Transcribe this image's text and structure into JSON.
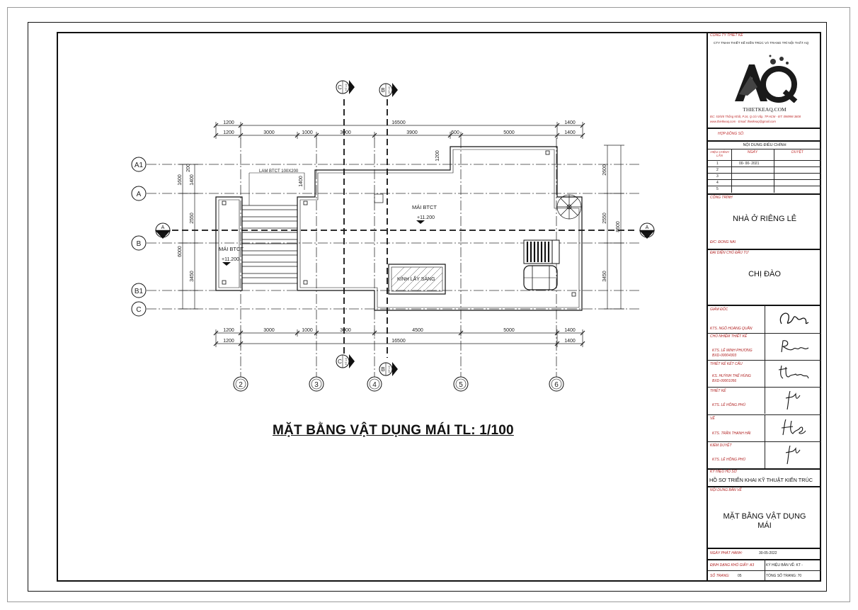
{
  "drawing": {
    "title": "MẶT BẰNG VẬT DỤNG MÁI TL: 1/100",
    "top_dims_outer": [
      "1200",
      "16500",
      "1400"
    ],
    "top_dims_inner": [
      "1200",
      "3000",
      "1000",
      "3000",
      "3900",
      "600",
      "5000",
      "1400"
    ],
    "bottom_dims_inner": [
      "1200",
      "3000",
      "1000",
      "3000",
      "4500",
      "5000",
      "1400"
    ],
    "bottom_dims_outer": [
      "1200",
      "16500",
      "1400"
    ],
    "left_dims": [
      "1600",
      "1400",
      "2550",
      "3450",
      "6000"
    ],
    "right_dims": [
      "2600",
      "2550",
      "3450",
      "8600"
    ],
    "row_grids": [
      "A1",
      "A",
      "B",
      "B1",
      "C"
    ],
    "col_grids": [
      "2",
      "3",
      "4",
      "5",
      "6"
    ],
    "section_top_c": "C",
    "section_top_b": "B",
    "section_ref": "KT-10",
    "section_a": "A",
    "section_a_ref": "KT-08",
    "small_dims": [
      "1200",
      "1400",
      "200"
    ],
    "labels": {
      "lam": "LAM BTCT 100X200",
      "mai_btct_1": "MÁI BTCT",
      "level_1": "+11.200",
      "mai_btct_2": "MÁI BTCT",
      "level_2": "+11.200",
      "kinh": "KÍNH LẤY SÁNG"
    }
  },
  "title_block": {
    "company_label": "CÔNG TY THIẾT KẾ",
    "company_name": "CTY TNHH THIẾT KẾ KIẾN TRÚC VÀ TRANG TRÍ NỘI THẤT AQ",
    "logo_text": "THIETKEAQ.COM",
    "address": "ĐC: 53/5/8 Thống Nhất, P.16, Q.Gò Vấp, TP.HCM - ĐT: 098998 3808",
    "web": "www.thietkeaq.com - Email: thietkeaq@gmail.com",
    "contract_label": "HỢP ĐỒNG SỐ:",
    "revision_title": "NỘI DUNG ĐIỀU CHỈNH",
    "rev_col_1": "HIỆU CHỈNH LẦN",
    "rev_col_2": "NGÀY",
    "rev_col_3": "DUYỆT",
    "rev_rows": [
      {
        "n": "1",
        "date": "00- 00- 2021"
      },
      {
        "n": "2",
        "date": ""
      },
      {
        "n": "3",
        "date": ""
      },
      {
        "n": "4",
        "date": ""
      },
      {
        "n": "5",
        "date": ""
      }
    ],
    "project_label": "CÔNG TRÌNH",
    "project_name": "NHÀ Ở RIÊNG LẺ",
    "project_address": "Đ/C: ĐONG NAI",
    "investor_label": "ĐẠI DIỆN CHỦ ĐẦU TƯ",
    "investor_name": "CHỊ ĐÀO",
    "director_label": "GIÁM ĐỐC",
    "director_name": "KTS. NGÔ HOÀNG QUÂN",
    "lead_label": "CHỦ NHIỆM THIẾT KẾ",
    "lead_name": "KTS. LÊ MINH PHƯƠNG",
    "lead_code": "BXD-00004303",
    "struct_label": "THIẾT KẾ KẾT CẤU",
    "struct_name": "KS. HUỲNH THẾ HÙNG",
    "struct_code": "BXD-00001056",
    "design_label": "THIẾT KẾ",
    "design_name": "KTS. LÊ HỒNG PHÚ",
    "draw_label": "VẼ",
    "draw_name": "KTS. TRẦN THANH HẢI",
    "check_label": "KIỂM DUYỆT",
    "check_name": "KTS. LÊ HỒNG PHÚ",
    "dossier_label": "KÝ HIỆU HỒ SƠ",
    "dossier_name": "HỒ SƠ TRIỂN KHAI KỸ THUẬT KIẾN TRÚC",
    "content_label": "NỘI DUNG BẢN VẼ",
    "content_name_1": "MẶT BẰNG VẬT DỤNG",
    "content_name_2": "MÁI",
    "issue_label": "NGÀY PHÁT HÀNH:",
    "issue_date": "30-05-2022",
    "paper_label": "ĐỊNH DẠNG KHỔ GIẤY: A3",
    "sheet_code_label": "KÝ HIỆU BẢN VẼ: KT -",
    "page_label": "SỐ TRANG:",
    "page_no": "05",
    "total_label": "TỔNG SỐ TRANG: 70"
  }
}
